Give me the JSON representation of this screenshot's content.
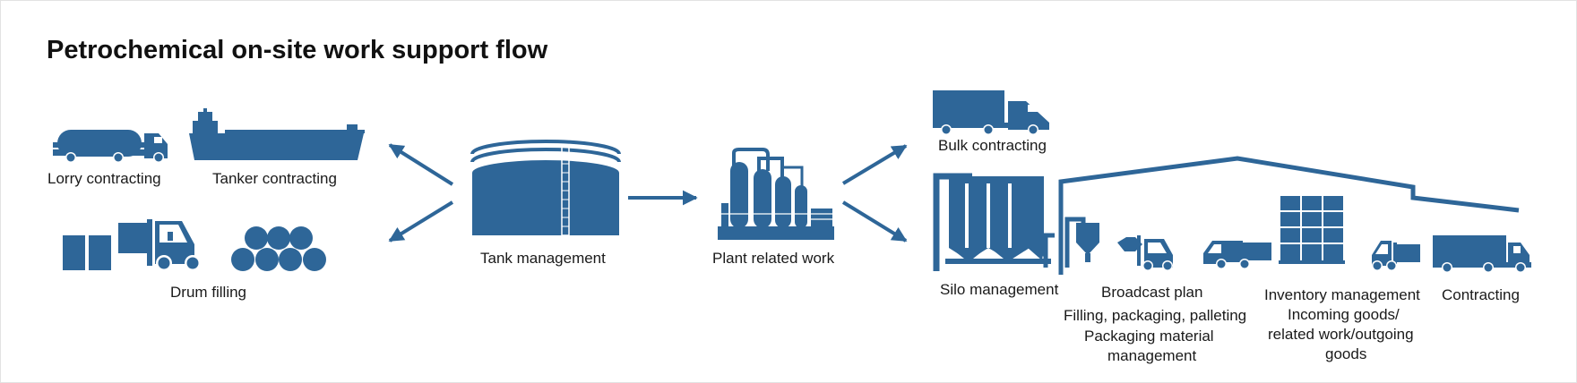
{
  "title": "Petrochemical on-site work support flow",
  "colors": {
    "icon": "#2e6698",
    "arrow": "#2e6698",
    "text": "#1a1a1a",
    "background": "#ffffff"
  },
  "nodes": {
    "lorry": {
      "label": "Lorry contracting",
      "icon": "tanker-truck-icon"
    },
    "tanker": {
      "label": "Tanker contracting",
      "icon": "tanker-ship-icon"
    },
    "drum": {
      "label": "Drum filling",
      "icon": "drum-forklift-icon"
    },
    "tank": {
      "label": "Tank management",
      "icon": "storage-tank-icon"
    },
    "plant": {
      "label": "Plant related work",
      "icon": "chemical-plant-icon"
    },
    "bulk": {
      "label": "Bulk contracting",
      "icon": "bulk-truck-icon"
    },
    "silo": {
      "label": "Silo management",
      "icon": "silo-icon"
    },
    "broadcast": {
      "lines": [
        "Broadcast plan",
        "Filling, packaging, palleting",
        "Packaging material",
        "management"
      ],
      "icon": "bagging-forklift-icon"
    },
    "inventory": {
      "lines": [
        "Inventory management",
        "Incoming goods/",
        "related work/outgoing",
        "goods"
      ],
      "icon": "pallet-stack-icon"
    },
    "contracting": {
      "label": "Contracting",
      "icon": "container-truck-icon"
    }
  },
  "edges": [
    {
      "from": "tank",
      "to": "lorry"
    },
    {
      "from": "tank",
      "to": "drum"
    },
    {
      "from": "tank",
      "to": "plant"
    },
    {
      "from": "plant",
      "to": "bulk"
    },
    {
      "from": "plant",
      "to": "silo"
    }
  ]
}
